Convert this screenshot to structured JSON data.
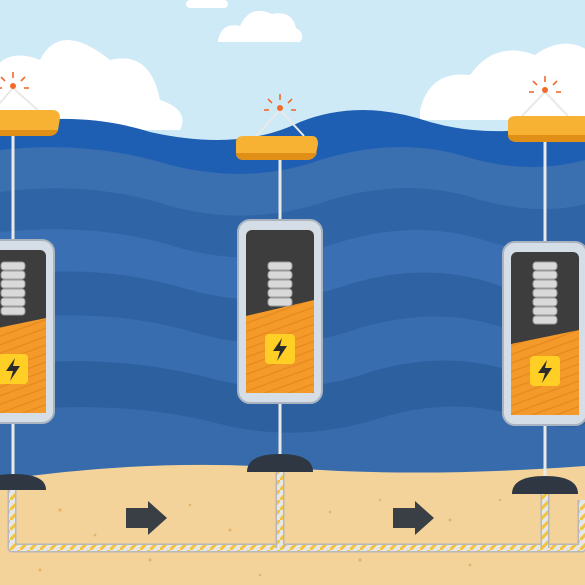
{
  "scene": {
    "subject": "wave-energy-converters",
    "converter_count": 3,
    "flow_arrow_count": 2,
    "icons": [
      "lightning-bolt-icon",
      "arrow-right-icon"
    ],
    "colors": {
      "sky": "#cfeaf7",
      "cloud": "#ffffff",
      "sea_surface": "#1f5fb3",
      "sea_band_dark": "#2e63a3",
      "sea_band_light": "#3f79bd",
      "sand": "#f4d39a",
      "sand_dot": "#e5b46a",
      "buoy": "#f7b233",
      "buoy_shadow": "#e08f17",
      "signal": "#f26a2c",
      "housing_frame": "#d5dde6",
      "housing_inner": "#3d3d3d",
      "battery_fill": "#f39a2a",
      "bolt_badge": "#ffcf26",
      "anchor": "#2f3742",
      "cable": "#d9d9d9",
      "cable_stripe": "#f4c33a",
      "arrow": "#3a3f45"
    }
  }
}
